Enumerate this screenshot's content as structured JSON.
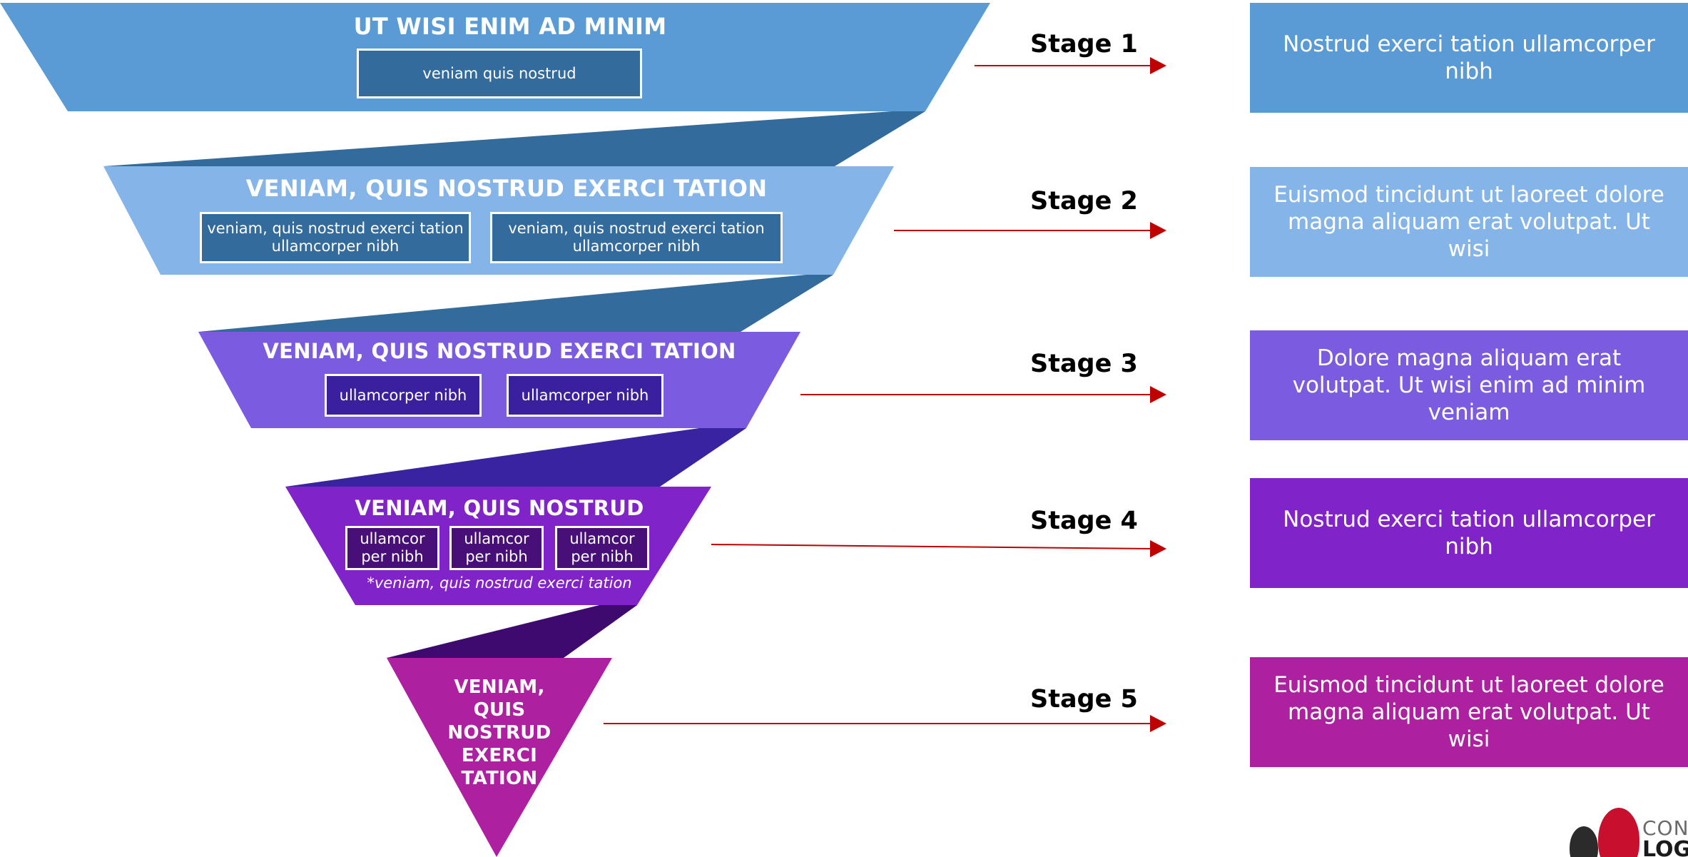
{
  "stages": [
    {
      "label": "Stage 1",
      "title": "UT WISI ENIM AD MINIM",
      "boxes": [
        "veniam quis nostrud"
      ],
      "description": "Nostrud exerci tation ullamcorper nibh",
      "color": "#5b9bd5"
    },
    {
      "label": "Stage 2",
      "title": "VENIAM, QUIS NOSTRUD EXERCI TATION",
      "boxes": [
        "veniam, quis nostrud exerci tation ullamcorper nibh",
        "veniam, quis nostrud exerci tation ullamcorper nibh"
      ],
      "description": "Euismod tincidunt ut laoreet dolore magna aliquam erat volutpat. Ut wisi",
      "color": "#84b4e8"
    },
    {
      "label": "Stage 3",
      "title": "VENIAM, QUIS NOSTRUD EXERCI TATION",
      "boxes": [
        "ullamcorper nibh",
        "ullamcorper nibh"
      ],
      "description": "Dolore  magna aliquam erat volutpat. Ut wisi enim ad minim veniam",
      "color": "#7b5ce0"
    },
    {
      "label": "Stage 4",
      "title": "VENIAM, QUIS NOSTRUD",
      "boxes": [
        "ullamcor per nibh",
        "ullamcor per nibh",
        "ullamcor per nibh"
      ],
      "note": "*veniam, quis nostrud exerci tation",
      "description": "Nostrud exerci tation ullamcorper nibh",
      "color": "#8023c8"
    },
    {
      "label": "Stage 5",
      "title": "VENIAM, QUIS NOSTRUD EXERCI TATION",
      "boxes": [],
      "description": "Euismod tincidunt ut laoreet dolore magna aliquam erat volutpat. Ut wisi",
      "color": "#ad20a0"
    }
  ],
  "colors": {
    "inner_box_stage_1": "#336b9c",
    "inner_box_stage_2": "#336b9c",
    "inner_box_stage_3": "#3a1f9e",
    "inner_box_stage_4": "#480f78",
    "connector_1": "#336b9c",
    "connector_2": "#336b9c",
    "connector_3": "#3a23a0",
    "connector_4": "#3f0a70",
    "arrow": "#c00000"
  },
  "logo": {
    "text_line_1": "CON",
    "text_line_2": "LOG"
  }
}
